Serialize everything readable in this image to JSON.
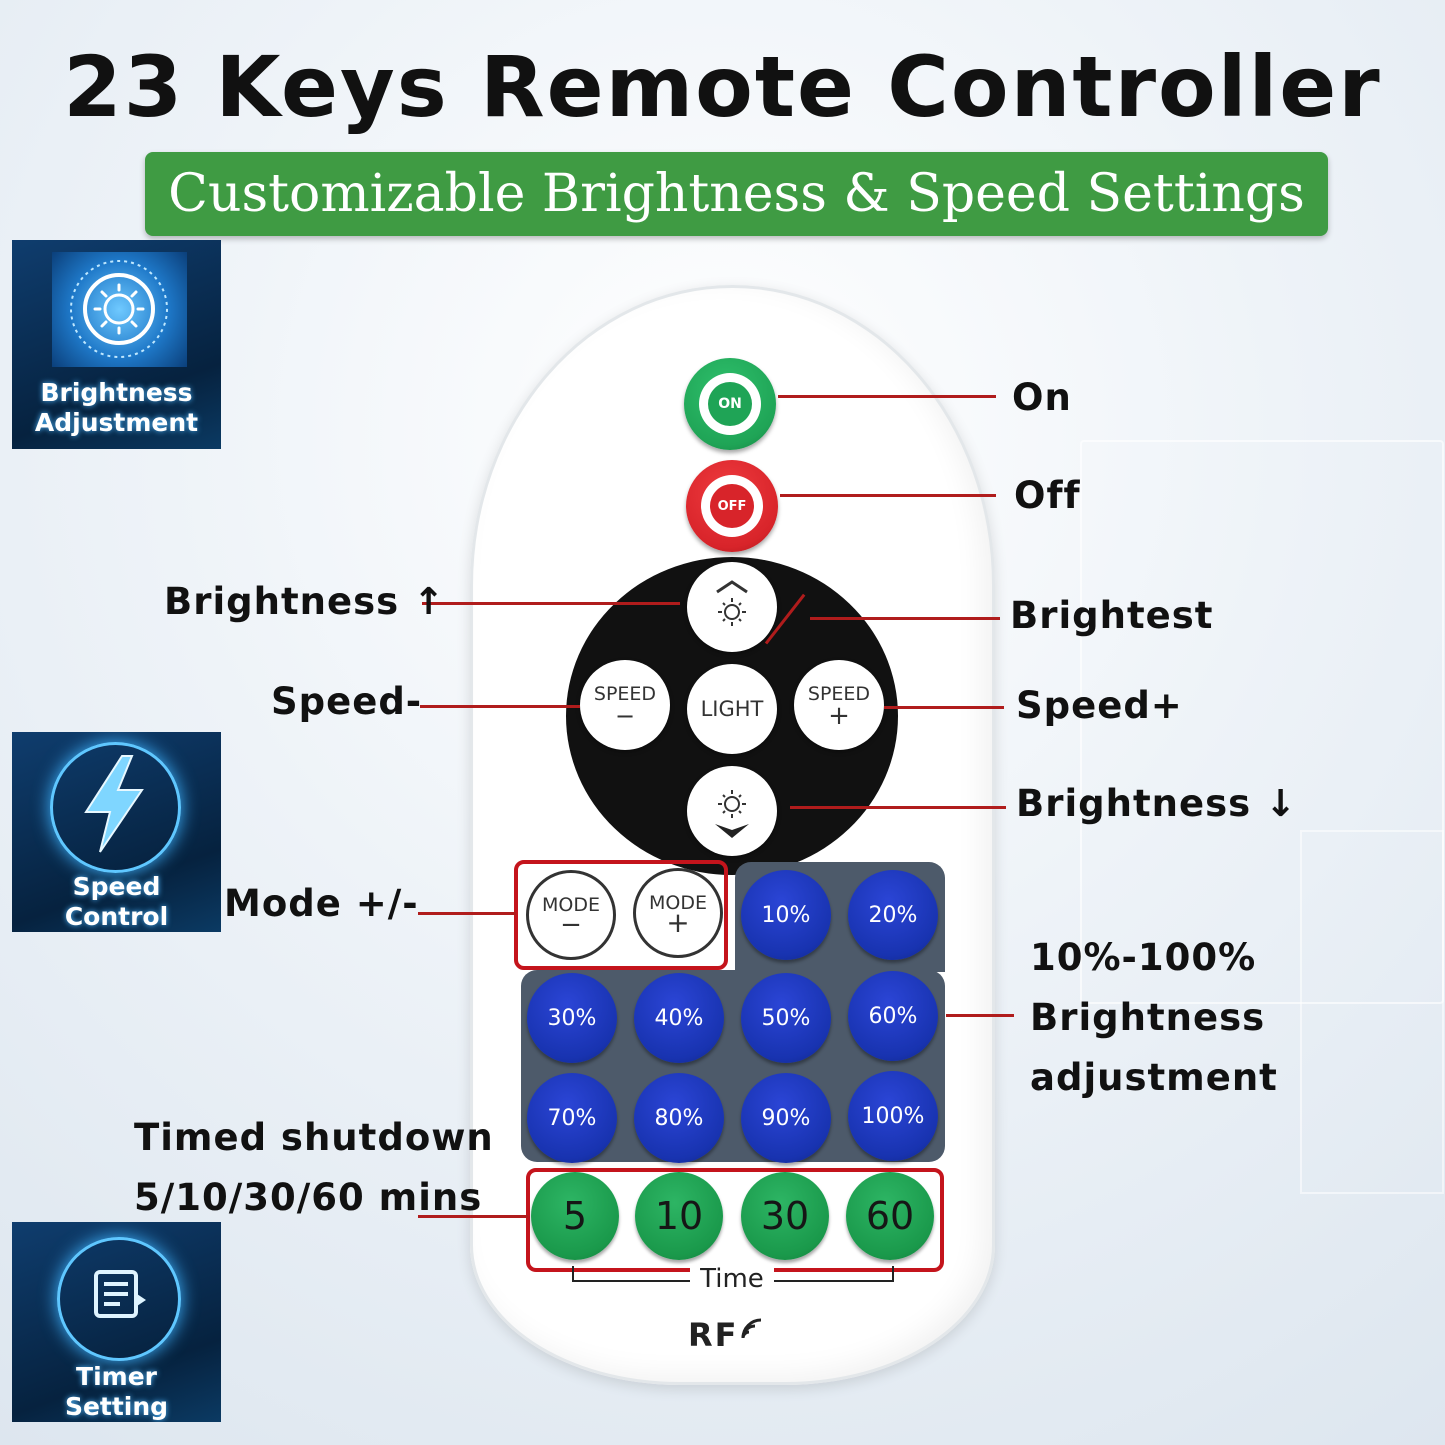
{
  "title": "23 Keys Remote Controller",
  "subtitle": "Customizable Brightness & Speed Settings",
  "features": [
    {
      "line1": "Brightness",
      "line2": "Adjustment",
      "icon": "sun-icon"
    },
    {
      "line1": "Speed",
      "line2": "Control",
      "icon": "lightning-icon"
    },
    {
      "line1": "Timer",
      "line2": "Setting",
      "icon": "timer-icon"
    }
  ],
  "remote": {
    "on_label": "ON",
    "off_label": "OFF",
    "speed_minus": {
      "top": "SPEED",
      "bottom": "−"
    },
    "speed_plus": {
      "top": "SPEED",
      "bottom": "+"
    },
    "light_label": "LIGHT",
    "mode_minus": {
      "top": "MODE",
      "bottom": "−"
    },
    "mode_plus": {
      "top": "MODE",
      "bottom": "+"
    },
    "percent_keys": [
      "10%",
      "20%",
      "30%",
      "40%",
      "50%",
      "60%",
      "70%",
      "80%",
      "90%",
      "100%"
    ],
    "timer_keys": [
      "5",
      "10",
      "30",
      "60"
    ],
    "time_label": "Time",
    "rf_label": "RF"
  },
  "callouts": {
    "on": "On",
    "off": "Off",
    "brightness_up": "Brightness ↑",
    "brightest": "Brightest",
    "speed_minus": "Speed-",
    "speed_plus": "Speed+",
    "brightness_down": "Brightness ↓",
    "mode": "Mode +/-",
    "pct_line1": "10%-100%",
    "pct_line2": "Brightness",
    "pct_line3": "adjustment",
    "timed_line1": "Timed shutdown",
    "timed_line2": "5/10/30/60 mins"
  },
  "colors": {
    "banner": "#3f9b43",
    "leader": "#b01c1c",
    "blue_key": "#1833b0",
    "green_key": "#1a994b",
    "red_key": "#d8242a",
    "on_key": "#1fa456"
  }
}
